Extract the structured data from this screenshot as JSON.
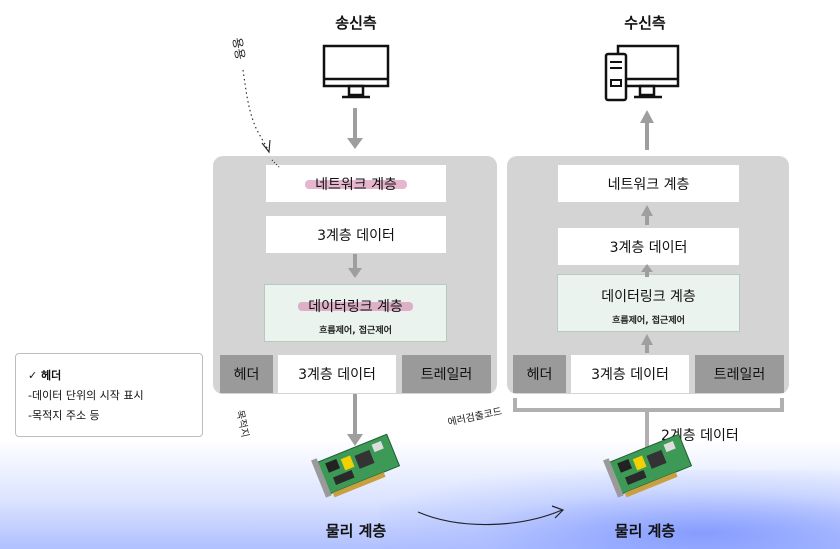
{
  "sender": {
    "title": "송신측",
    "network_layer": "네트워크 계층",
    "l3_data": "3계층 데이터",
    "datalink_layer": "데이터링크 계층",
    "datalink_sub": "흐름제어, 접근제어",
    "header": "헤더",
    "frame_data": "3계층 데이터",
    "trailer": "트레일러"
  },
  "receiver": {
    "title": "수신측",
    "network_layer": "네트워크 계층",
    "l3_data": "3계층 데이터",
    "datalink_layer": "데이터링크 계층",
    "datalink_sub": "흐름제어, 접근제어",
    "header": "헤더",
    "frame_data": "3계층 데이터",
    "trailer": "트레일러",
    "frame_label": "2계층 데이터"
  },
  "physical": {
    "left_label": "물리 계층",
    "right_label": "물리 계층"
  },
  "note": {
    "title": "✓ 헤더",
    "line1": "-데이터 단위의 시작 표시",
    "line2": "-목적지 주소 등"
  },
  "handwriting": {
    "top": "용용",
    "under_header": "목적지",
    "under_trailer": "에러검출코드"
  },
  "colors": {
    "panel": "#d4d4d4",
    "highlight": "#d278aa",
    "arrow": "#9e9e9e",
    "datalink_bg": "#eaf3ee"
  }
}
